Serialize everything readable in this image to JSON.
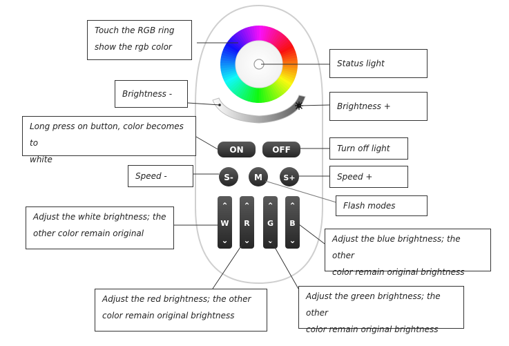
{
  "buttons": {
    "on": "ON",
    "off": "OFF",
    "speed_down": "S-",
    "mode": "M",
    "speed_up": "S+",
    "white": "W",
    "red": "R",
    "green": "G",
    "blue": "B",
    "up_glyph": "⌃",
    "down_glyph": "⌄"
  },
  "callouts": {
    "rgb_ring": [
      "Touch the RGB ring",
      "show the rgb color"
    ],
    "status_light": "Status light",
    "brightness_minus": "Brightness -",
    "brightness_plus": "Brightness +",
    "long_press": [
      "Long press on button, color becomes to",
      "white"
    ],
    "turn_off": "Turn off light",
    "speed_minus": "Speed -",
    "speed_plus": "Speed +",
    "flash_modes": "Flash modes",
    "white_brightness": [
      "Adjust the white brightness; the",
      "other color remain original"
    ],
    "blue_brightness": [
      "Adjust the blue brightness; the other",
      "color remain original brightness"
    ],
    "red_brightness": [
      "Adjust the red brightness; the other",
      "color remain original brightness"
    ],
    "green_brightness": [
      "Adjust the green brightness; the other",
      "color remain original brightness"
    ]
  },
  "colors": {
    "button_fill": "#3a3a3a",
    "remote_outline": "#cfcfcf"
  }
}
